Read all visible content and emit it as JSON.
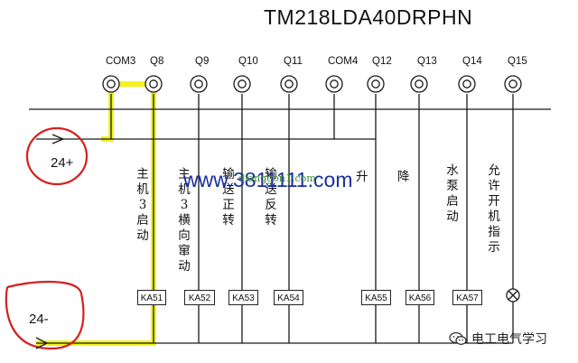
{
  "title": "TM218LDA40DRPHN",
  "terminals": [
    {
      "key": "com3",
      "label": "COM3"
    },
    {
      "key": "q8",
      "label": "Q8"
    },
    {
      "key": "q9",
      "label": "Q9"
    },
    {
      "key": "q10",
      "label": "Q10"
    },
    {
      "key": "q11",
      "label": "Q11"
    },
    {
      "key": "com4",
      "label": "COM4"
    },
    {
      "key": "q12",
      "label": "Q12"
    },
    {
      "key": "q13",
      "label": "Q13"
    },
    {
      "key": "q14",
      "label": "Q14"
    },
    {
      "key": "q15",
      "label": "Q15"
    }
  ],
  "functions": {
    "q8": "主机3启动",
    "q9": "主机3横向窜动",
    "q10": "输送正转",
    "q11": "输送反转",
    "q12": "升",
    "q13": "降",
    "q14": "水泵启动",
    "q15": "允许开机指示"
  },
  "relays": {
    "q8": "KA51",
    "q9": "KA52",
    "q10": "KA53",
    "q11": "KA54",
    "q12": "KA55",
    "q13": "KA56",
    "q14": "KA57"
  },
  "rails": {
    "positive": "24+",
    "negative": "24-"
  },
  "watermark": {
    "main": "www.3811111.com",
    "sub": "dianggon1.com"
  },
  "logo": {
    "text": "电工电气学习",
    "icon": "wechat-icon"
  },
  "colors": {
    "highlight": "#f2f21c",
    "annotation": "#d42020",
    "watermark": "#1a2f9c"
  }
}
